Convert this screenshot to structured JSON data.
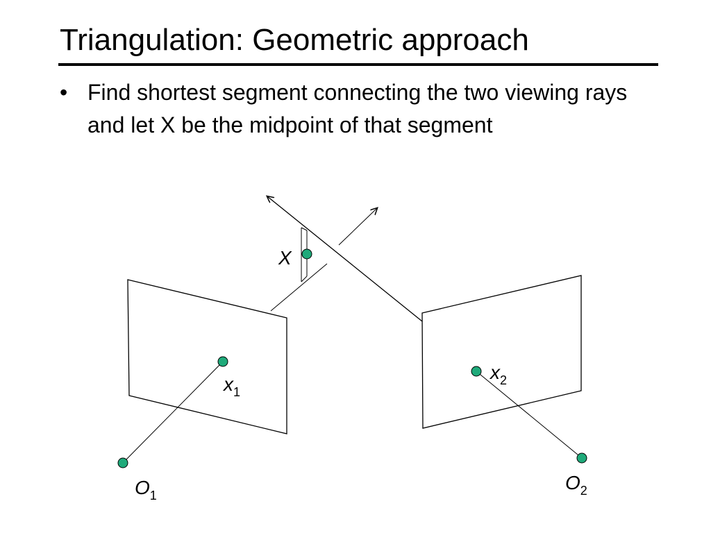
{
  "slide": {
    "title": "Triangulation: Geometric approach",
    "bullets": [
      {
        "mark": "•",
        "text": "Find shortest segment connecting the two viewing rays and let X be the midpoint of that segment"
      }
    ]
  },
  "diagram": {
    "labels": {
      "X": "X",
      "x1": "x",
      "x1_sub": "1",
      "x2": "x",
      "x2_sub": "2",
      "O1": "O",
      "O1_sub": "1",
      "O2": "O",
      "O2_sub": "2"
    },
    "colors": {
      "point_fill": "#1faa7a",
      "stroke": "#000000"
    }
  }
}
